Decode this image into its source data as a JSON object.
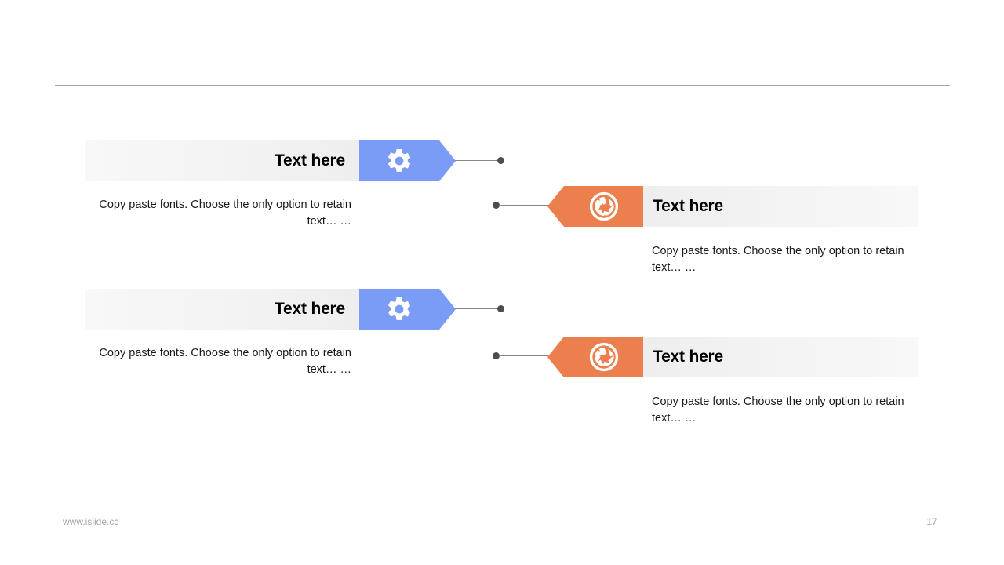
{
  "slide": {
    "page_number": "17",
    "footer_url": "www.islide.cc",
    "colors": {
      "blue": "#7a9bf6",
      "orange": "#ec7f4e",
      "band_light": "#f8f8f8",
      "band_dark": "#eeeeee",
      "rule": "#a6a6a6",
      "connector_dot": "#4d4d4d",
      "connector_line": "#888888",
      "footer_text": "#a6a6a6",
      "heading_text": "#000000",
      "body_text": "#1a1a1a"
    }
  },
  "items": [
    {
      "side": "left",
      "icon": "gear-icon",
      "accent": "#7a9bf6",
      "heading": "Text here",
      "body": "Copy paste fonts. Choose the only option to retain text… …"
    },
    {
      "side": "right",
      "icon": "aperture-icon",
      "accent": "#ec7f4e",
      "heading": "Text here",
      "body": "Copy paste fonts. Choose the only option to retain text… …"
    },
    {
      "side": "left",
      "icon": "gear-icon",
      "accent": "#7a9bf6",
      "heading": "Text here",
      "body": "Copy paste fonts. Choose the only option to retain text… …"
    },
    {
      "side": "right",
      "icon": "aperture-icon",
      "accent": "#ec7f4e",
      "heading": "Text here",
      "body": "Copy paste fonts. Choose the only option to retain text… …"
    }
  ]
}
